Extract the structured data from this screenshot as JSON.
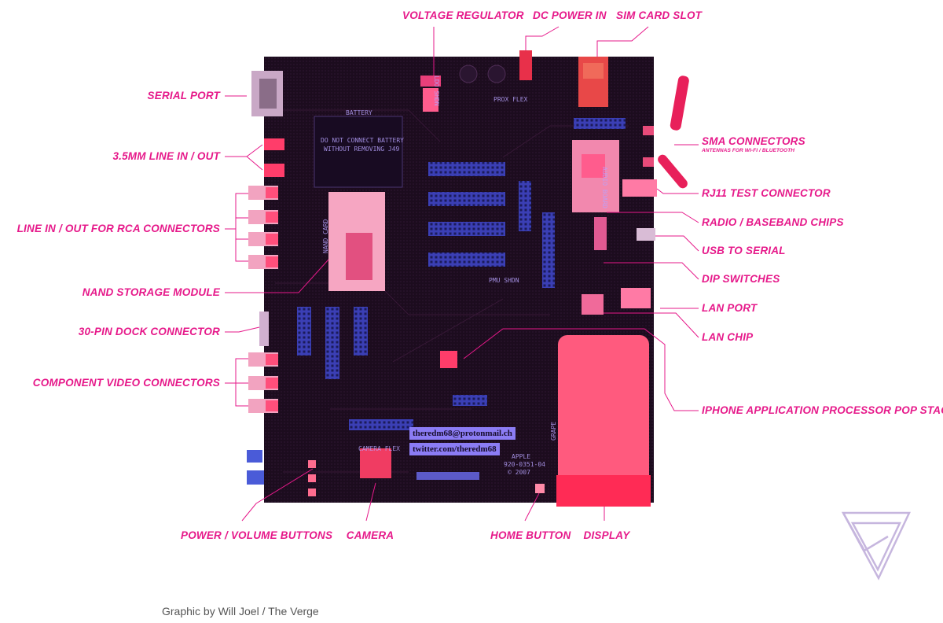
{
  "labels": {
    "voltage_regulator": "VOLTAGE REGULATOR",
    "dc_power_in": "DC POWER IN",
    "sim_card_slot": "SIM CARD SLOT",
    "serial_port": "SERIAL PORT",
    "line_in_out": "3.5MM LINE IN / OUT",
    "sma_connectors": "SMA CONNECTORS",
    "sma_connectors_sub": "ANTENNAS FOR WI-FI / BLUETOOTH",
    "rj11": "RJ11 TEST CONNECTOR",
    "rca": "LINE IN / OUT FOR RCA CONNECTORS",
    "radio": "RADIO / BASEBAND CHIPS",
    "usb_serial": "USB TO SERIAL",
    "dip": "DIP SWITCHES",
    "nand": "NAND STORAGE MODULE",
    "lan_port": "LAN PORT",
    "dock": "30-PIN DOCK CONNECTOR",
    "lan_chip": "LAN CHIP",
    "component_video": "COMPONENT VIDEO CONNECTORS",
    "app_processor": "IPHONE APPLICATION PROCESSOR POP STACK",
    "power_volume": "POWER / VOLUME BUTTONS",
    "camera": "CAMERA",
    "home_button": "HOME BUTTON",
    "display": "DISPLAY"
  },
  "board_text": {
    "battery": "BATTERY",
    "battery_warning_1": "DO NOT CONNECT BATTERY",
    "battery_warning_2": "WITHOUT REMOVING J49",
    "ldo_shdn": "LDO SHDN",
    "prox_flex": "PROX FLEX",
    "nand_card": "NAND CARD",
    "pmu_shdn": "PMU SHDN",
    "audio_board": "AUDIO BOARD",
    "grape": "GRAPE",
    "camera_flex": "CAMERA FLEX",
    "apple": "APPLE",
    "part_no": "920-0351-04",
    "year": "© 2007",
    "sticker_email": "theredm68@protonmail.ch",
    "sticker_twitter": "twitter.com/theredm68"
  },
  "credit": "Graphic by Will Joel / The Verge",
  "colors": {
    "accent": "#e6198a",
    "board": "#1c0c1e",
    "connector": "#4a4cc4",
    "highlight": "#ff4d80"
  },
  "icons": {
    "logo": "verge-logo-icon"
  }
}
